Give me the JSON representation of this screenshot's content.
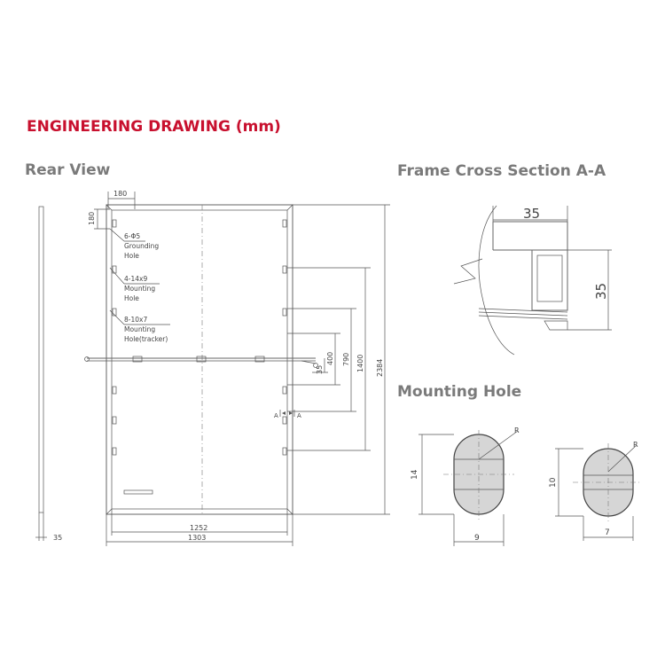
{
  "title": "ENGINEERING DRAWING (mm)",
  "sections": {
    "rear_view": "Rear View",
    "cross_section": "Frame Cross Section A-A",
    "mounting_hole": "Mounting Hole"
  },
  "rear_view": {
    "dim_top": "180",
    "dim_side": "180",
    "callouts": [
      {
        "line1": "6-Φ5",
        "line2": "Grounding",
        "line3": "Hole"
      },
      {
        "line1": "4-14x9",
        "line2": "Mounting",
        "line3": "Hole"
      },
      {
        "line1": "8-10x7",
        "line2": "Mounting",
        "line3": "Hole(tracker)"
      }
    ],
    "dims_right": [
      "35",
      "400",
      "790",
      "1400",
      "2384"
    ],
    "section_marks": [
      "A",
      "A"
    ],
    "width_inner": "1252",
    "width_outer": "1303",
    "thickness": "35"
  },
  "cross_section": {
    "width": "35",
    "height": "35"
  },
  "mounting_hole": {
    "hole1": {
      "height": "14",
      "width": "9",
      "radius": "R"
    },
    "hole2": {
      "height": "10",
      "width": "7",
      "radius": "R"
    }
  },
  "colors": {
    "title": "#c8102e",
    "heading": "#7a7a7a",
    "line": "#555555"
  }
}
